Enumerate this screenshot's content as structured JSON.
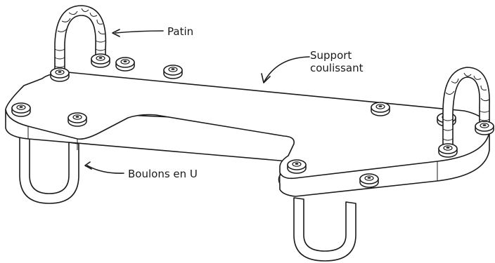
{
  "labels": {
    "patin": "Patin",
    "support_line1": "Support",
    "support_line2": "coulissant",
    "boulons": "Boulons en U"
  },
  "colors": {
    "ink": "#1a1a1a",
    "background": "#ffffff"
  }
}
